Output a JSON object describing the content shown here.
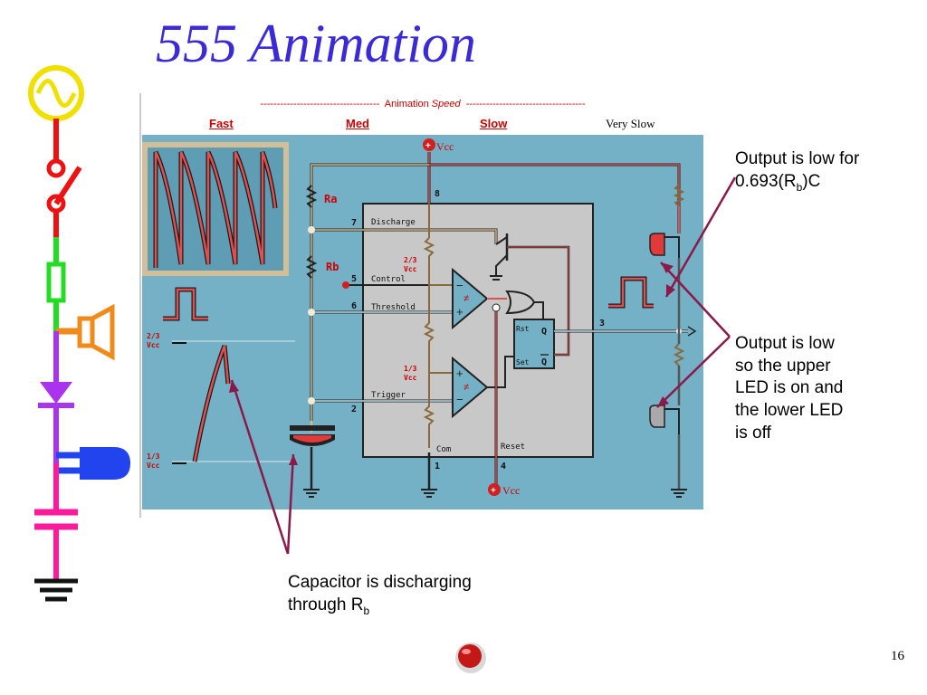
{
  "slide": {
    "title": "555 Animation",
    "page_number": "16"
  },
  "speed": {
    "dashes_left": "------------------------------------",
    "label_a": "Animation",
    "label_b": "Speed",
    "dashes_right": "------------------------------------",
    "fast": "Fast",
    "med": "Med",
    "slow": "Slow",
    "very_slow": "Very Slow"
  },
  "circuit": {
    "vcc": "Vcc",
    "ra": "Ra",
    "rb": "Rb",
    "pins": {
      "p1": "1",
      "p2": "2",
      "p3": "3",
      "p4": "4",
      "p5": "5",
      "p6": "6",
      "p7": "7",
      "p8": "8"
    },
    "discharge": "Discharge",
    "control": "Control",
    "threshold": "Threshold",
    "trigger": "Trigger",
    "com": "Com",
    "reset": "Reset",
    "rst": "Rst",
    "set": "Set",
    "q": "Q",
    "qbar": "Q",
    "two_thirds": "2/3",
    "one_third": "1/3",
    "vcc_small": "Vcc"
  },
  "notes": {
    "n1_line1": "Output is low for",
    "n1_line2a": "0.693(R",
    "n1_sub": "b",
    "n1_line2b": ")C",
    "n2_l1": "Output is low",
    "n2_l2": "so the upper",
    "n2_l3": "LED is on and",
    "n2_l4": "the lower LED",
    "n2_l5": "is off",
    "n3_l1": "Capacitor is discharging",
    "n3_l2a": "through R",
    "n3_sub": "b"
  }
}
